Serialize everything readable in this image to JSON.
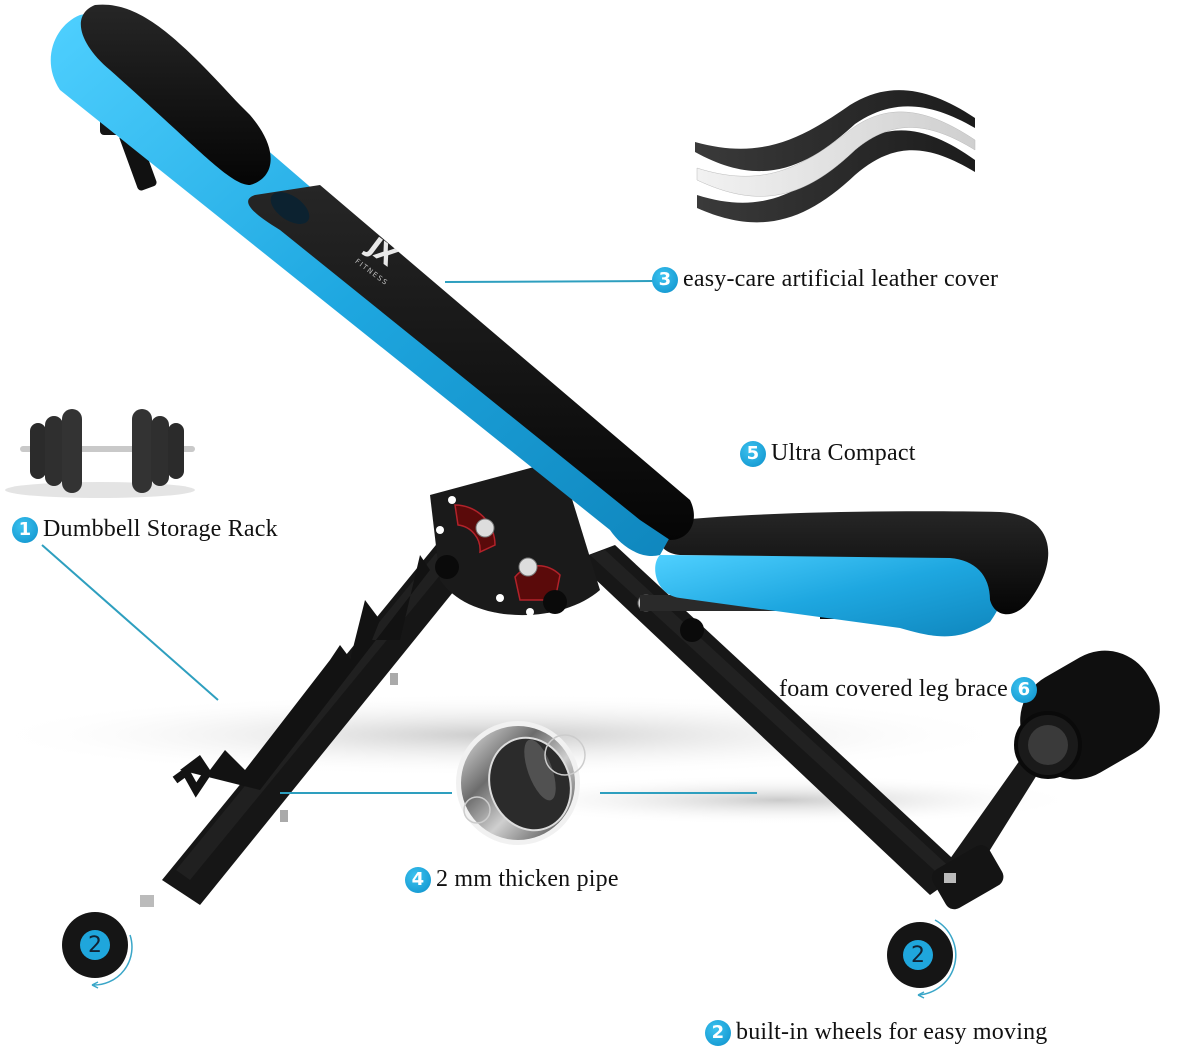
{
  "product": {
    "brand_logo_text": "JX",
    "brand_subtext": "FITNESS",
    "accent_color": "#1fa6dc",
    "frame_color": "#141414",
    "pad_color": "#0d0d0d"
  },
  "callouts": [
    {
      "number": "1",
      "text": "Dumbbell Storage Rack"
    },
    {
      "number": "2",
      "text": "built-in wheels for easy moving"
    },
    {
      "number": "3",
      "text": "easy-care artificial leather cover"
    },
    {
      "number": "4",
      "text": "2 mm thicken pipe"
    },
    {
      "number": "5",
      "text": "Ultra Compact"
    },
    {
      "number": "6",
      "text": "foam covered leg brace"
    }
  ],
  "wheel_markers": [
    {
      "number": "2",
      "position": "front-left-wheel"
    },
    {
      "number": "2",
      "position": "rear-right-wheel"
    }
  ],
  "insets": {
    "leather_layers": "layered-leather-illustration",
    "dumbbell": "dumbbell-illustration",
    "pipe_cross_section": "steel-pipe-cross-section"
  }
}
